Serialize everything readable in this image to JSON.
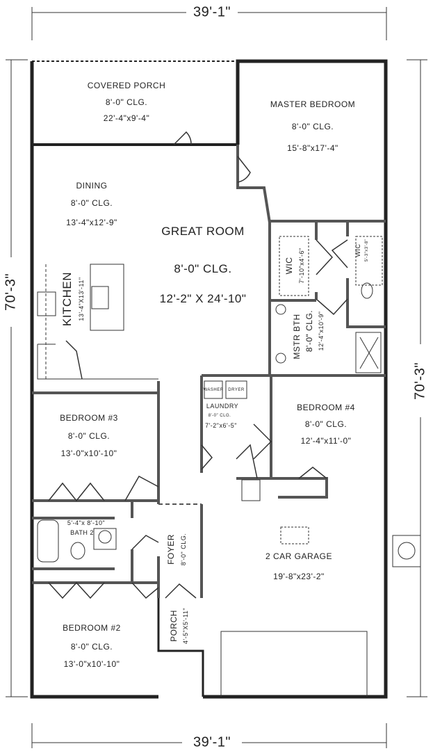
{
  "dimensions": {
    "top": "39'-1\"",
    "bottom": "39'-1\"",
    "left": "70'-3\"",
    "right": "70'-3\""
  },
  "rooms": {
    "covered_porch": {
      "name": "COVERED PORCH",
      "ceiling": "8'-0\" CLG.",
      "size": "22'-4\"x9'-4\""
    },
    "master_bedroom": {
      "name": "MASTER BEDROOM",
      "ceiling": "8'-0\" CLG.",
      "size": "15'-8\"x17'-4\""
    },
    "dining": {
      "name": "DINING",
      "ceiling": "8'-0\" CLG.",
      "size": "13'-4\"x12'-9\""
    },
    "great_room": {
      "name": "GREAT ROOM",
      "ceiling": "8'-0\" CLG.",
      "size": "12'-2\" X 24'-10\""
    },
    "kitchen": {
      "name": "KITCHEN",
      "size": "13'-4\"X13'-11\""
    },
    "wic_1": {
      "name": "WIC",
      "size": "7'-10\"x4'-6\""
    },
    "wic_2": {
      "name": "WIC",
      "size": "5'-3\"x3'-8\""
    },
    "master_bath": {
      "name": "MSTR BTH",
      "ceiling": "8'-0\" CLG.",
      "size": "12'-4\"x10'-9\""
    },
    "bedroom_3": {
      "name": "BEDROOM #3",
      "ceiling": "8'-0\" CLG.",
      "size": "13'-0\"x10'-10\""
    },
    "laundry": {
      "name": "LAUNDRY",
      "ceiling": "8'-0\" CLG.",
      "size": "7'-2\"x6'-5\"",
      "washer": "WASHER",
      "dryer": "DRYER"
    },
    "bedroom_4": {
      "name": "BEDROOM #4",
      "ceiling": "8'-0\" CLG.",
      "size": "12'-4\"x11'-0\""
    },
    "bath_2": {
      "name": "BATH 2",
      "size": "5'-4\"x 8'-10\""
    },
    "foyer": {
      "name": "FOYER",
      "ceiling": "8'-0\" CLG."
    },
    "garage": {
      "name": "2 CAR GARAGE",
      "size": "19'-8\"x23'-2\""
    },
    "porch": {
      "name": "PORCH",
      "size": "4'-5\"X5'-11\""
    },
    "bedroom_2": {
      "name": "BEDROOM #2",
      "ceiling": "8'-0\" CLG.",
      "size": "13'-0\"x10'-10\""
    }
  }
}
